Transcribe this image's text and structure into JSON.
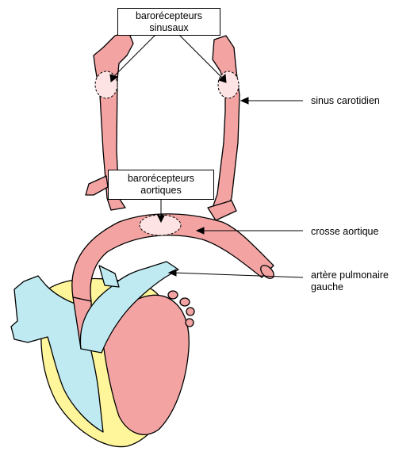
{
  "labels": {
    "baro_sinus": {
      "line1": "barorécepteurs",
      "line2": "sinusaux"
    },
    "baro_aortic": {
      "line1": "barorécepteurs",
      "line2": "aortiques"
    },
    "sinus_carotidien": "sinus carotidien",
    "crosse_aortique": "crosse aortique",
    "artere_pulmonaire": {
      "line1": "artère pulmonaire",
      "line2": "gauche"
    }
  },
  "colors": {
    "artery": "#f4a3a3",
    "pulmonary": "#bfeaf2",
    "heart_outer": "#fff59a",
    "outline": "#000000"
  }
}
